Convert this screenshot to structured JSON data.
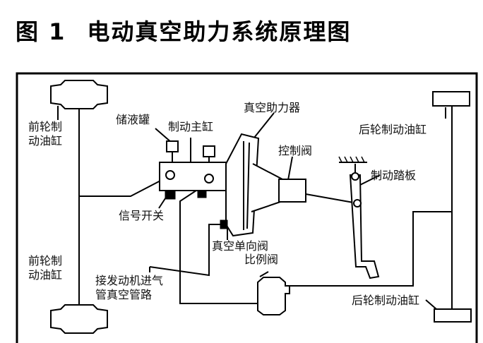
{
  "title": {
    "figure_number": "图 1",
    "text": "电动真空助力系统原理图"
  },
  "labels": {
    "front_wheel_cylinder_top": [
      "前轮制",
      "动油缸"
    ],
    "front_wheel_cylinder_bottom": [
      "前轮制",
      "动油缸"
    ],
    "reservoir": "储液罐",
    "master_cylinder": "制动主缸",
    "vacuum_booster": "真空助力器",
    "control_valve": "控制阀",
    "rear_wheel_cylinder_top": "后轮制动油缸",
    "rear_wheel_cylinder_bottom": "后轮制动油缸",
    "brake_pedal": "制动踏板",
    "signal_switch": "信号开关",
    "vacuum_check_valve": "真空单向阀",
    "proportioning_valve": "比例阀",
    "engine_intake_vacuum": [
      "接发动机进气",
      "管真空管路"
    ]
  }
}
